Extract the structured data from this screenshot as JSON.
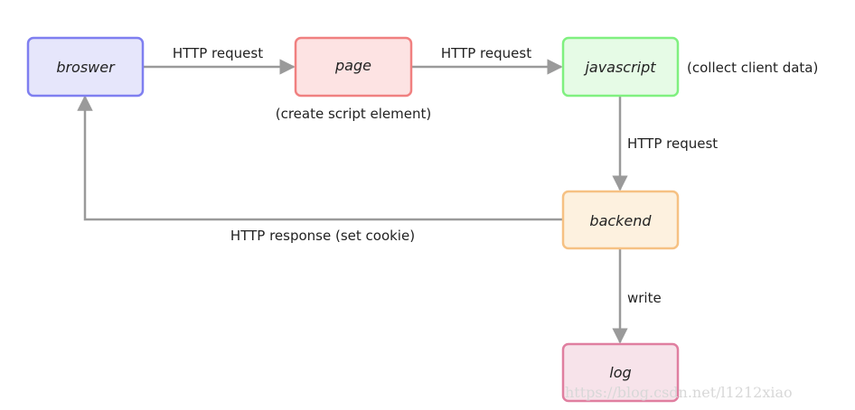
{
  "nodes": {
    "browser": {
      "label": "broswer",
      "fill": "#e6e6fb",
      "stroke": "#7f7ff0"
    },
    "page": {
      "label": "page",
      "fill": "#fde3e3",
      "stroke": "#f08080"
    },
    "javascript": {
      "label": "javascript",
      "fill": "#e6fbe6",
      "stroke": "#80f080"
    },
    "backend": {
      "label": "backend",
      "fill": "#fdf1df",
      "stroke": "#f6c183"
    },
    "log": {
      "label": "log",
      "fill": "#f7e3ea",
      "stroke": "#e07fa0"
    }
  },
  "edges": {
    "browser_to_page": "HTTP request",
    "page_to_javascript": "HTTP request",
    "javascript_to_backend": "HTTP request",
    "backend_to_browser": "HTTP response (set cookie)",
    "backend_to_log": "write"
  },
  "notes": {
    "page": "(create script element)",
    "javascript": "(collect client data)"
  },
  "arrow_color": "#9a9a9a",
  "watermark": "https://blog.csdn.net/l1212xiao"
}
